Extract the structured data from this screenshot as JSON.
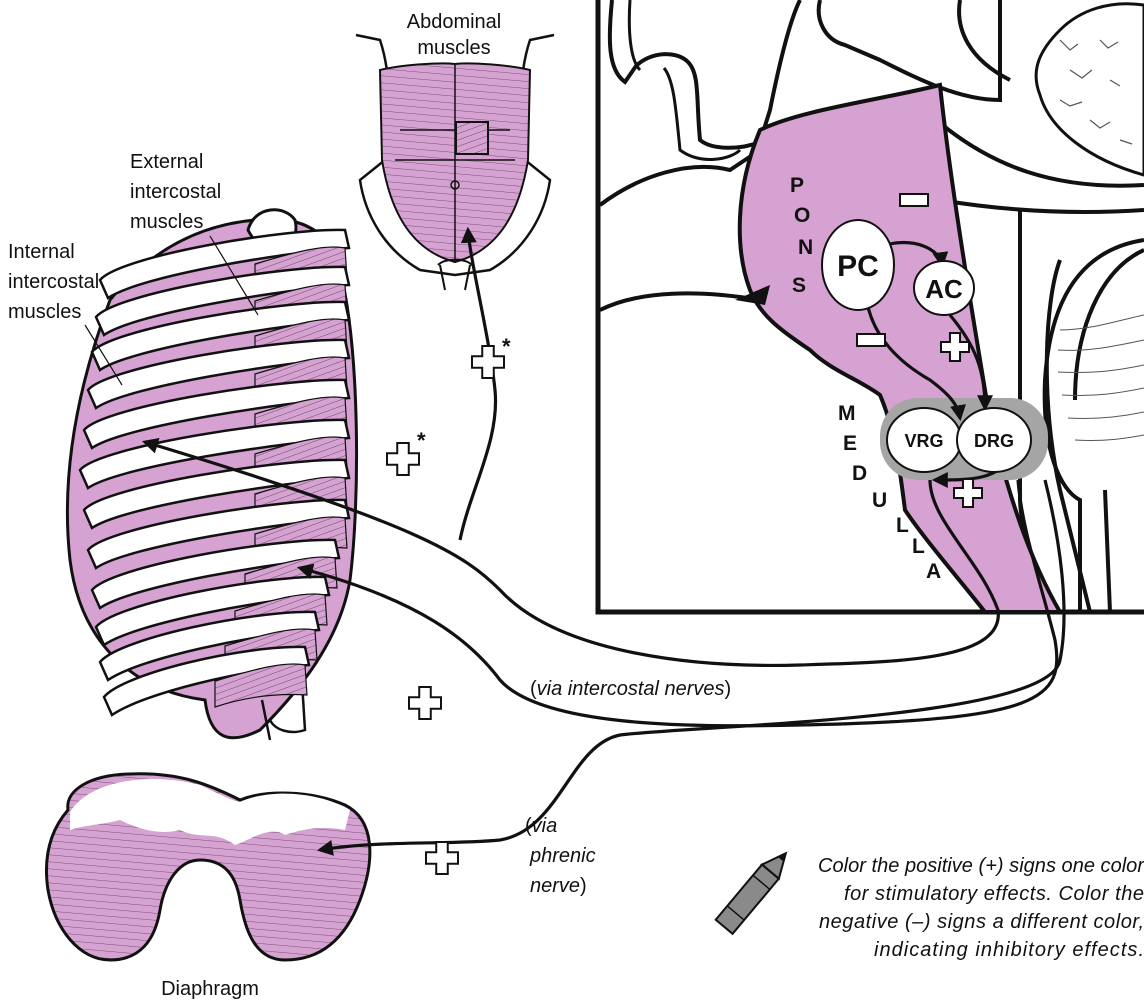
{
  "labels": {
    "abdominal": [
      "Abdominal",
      "muscles"
    ],
    "external": [
      "External",
      "intercostal",
      "muscles"
    ],
    "internal": [
      "Internal",
      "intercostal",
      "muscles"
    ],
    "diaphragm": "Diaphragm",
    "via_intercostal_open": "(",
    "via_intercostal_italic": "via intercostal nerves",
    "via_intercostal_close": ")",
    "via_phrenic_line1_open": "(",
    "via_phrenic_line1_italic": "via",
    "via_phrenic_line2": "phrenic",
    "via_phrenic_line3": "nerve",
    "via_phrenic_close": ")"
  },
  "brainstem": {
    "pons_letters": [
      "P",
      "O",
      "N",
      "S"
    ],
    "medulla_letters": [
      "M",
      "E",
      "D",
      "U",
      "L",
      "L",
      "A"
    ],
    "nodes": {
      "pc": "PC",
      "ac": "AC",
      "vrg": "VRG",
      "drg": "DRG"
    }
  },
  "signs": {
    "asterisk": "*"
  },
  "instructions": [
    "Color the positive (+) signs one color",
    "for stimulatory effects. Color the",
    "negative (–) signs a different color,",
    "indicating inhibitory effects."
  ],
  "colors": {
    "pink": "#d5a2d1",
    "gray": "#a5a5a5",
    "outline": "#111111"
  }
}
